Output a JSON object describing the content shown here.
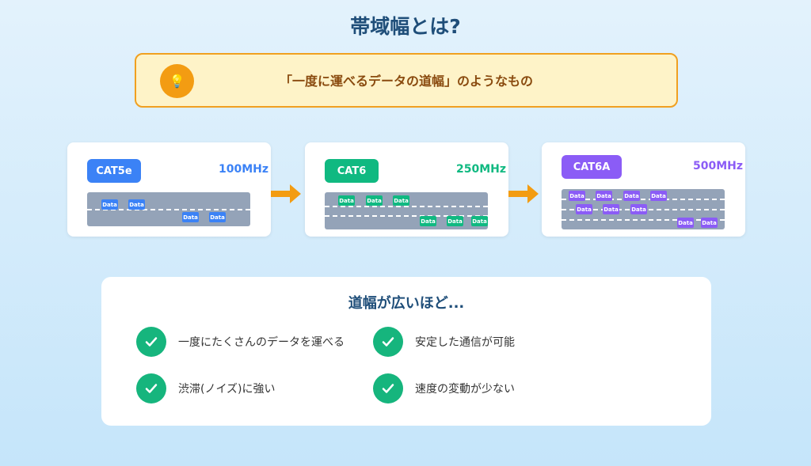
{
  "title": "帯域幅とは?",
  "banner": {
    "icon": "lightbulb-icon",
    "text": "「一度に運べるデータの道幅」のようなもの"
  },
  "cables": [
    {
      "name": "CAT5e",
      "frequency": "100MHz",
      "color": "#3b82f6",
      "chip_label": "Data",
      "lanes": 2,
      "chip_count": 4
    },
    {
      "name": "CAT6",
      "frequency": "250MHz",
      "color": "#10b981",
      "chip_label": "Data",
      "lanes": 3,
      "chip_count": 6
    },
    {
      "name": "CAT6A",
      "frequency": "500MHz",
      "color": "#8b5cf6",
      "chip_label": "Data",
      "lanes": 4,
      "chip_count": 9
    }
  ],
  "arrow_color": "#f39c12",
  "benefits": {
    "title": "道幅が広いほど...",
    "items": [
      "一度にたくさんのデータを運べる",
      "安定した通信が可能",
      "渋滞(ノイズ)に強い",
      "速度の変動が少ない"
    ]
  }
}
